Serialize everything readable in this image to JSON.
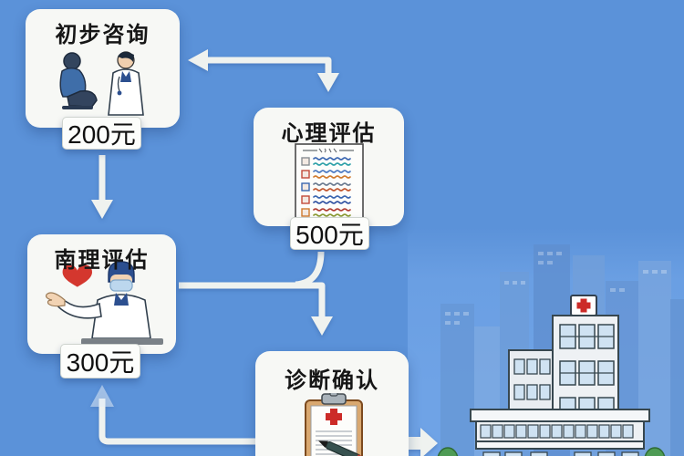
{
  "diagram": {
    "type": "flowchart",
    "topic": "medical consultation fee process",
    "nodes": [
      {
        "id": "initial-consultation",
        "title": "初步咨询",
        "price": "200元"
      },
      {
        "id": "psychological-assessment",
        "title": "心理评估",
        "price": "500元"
      },
      {
        "id": "secondary-assessment",
        "title": "南理评估",
        "price": "300元"
      },
      {
        "id": "diagnosis-confirmation",
        "title": "诊断确认"
      }
    ],
    "edges": [
      {
        "from": "psychological-assessment",
        "to": "initial-consultation",
        "style": "elbow, arrowheads both ends"
      },
      {
        "from": "initial-consultation",
        "to": "secondary-assessment",
        "style": "straight down"
      },
      {
        "from": "psychological-assessment",
        "to": "diagnosis-confirmation",
        "style": "curve joining horizontal then down"
      },
      {
        "from": "secondary-assessment",
        "to": "diagnosis-confirmation",
        "style": "horizontal then down"
      },
      {
        "from": "diagnosis-confirmation",
        "to": "secondary-assessment",
        "style": "bottom elbow with faded up arrowhead"
      },
      {
        "from": "diagnosis-confirmation",
        "to": "hospital",
        "style": "block arrow right"
      }
    ],
    "icons": [
      "patient-doctor-consult-icon",
      "assessment-checklist-icon",
      "heart-icon",
      "doctor-presenting-icon",
      "diagnosis-clipboard-icon",
      "pen-icon",
      "hospital-building-icon",
      "red-cross-icon",
      "tree-icon"
    ],
    "colors": {
      "background": "#5B92D9",
      "scene_panel": "#6FA3E6",
      "node_fill": "#F7F8F5",
      "arrow": "#EFF2EF",
      "cross_red": "#CC2B28",
      "heart_red": "#D4372E",
      "tree_green": "#4E9B55"
    }
  }
}
